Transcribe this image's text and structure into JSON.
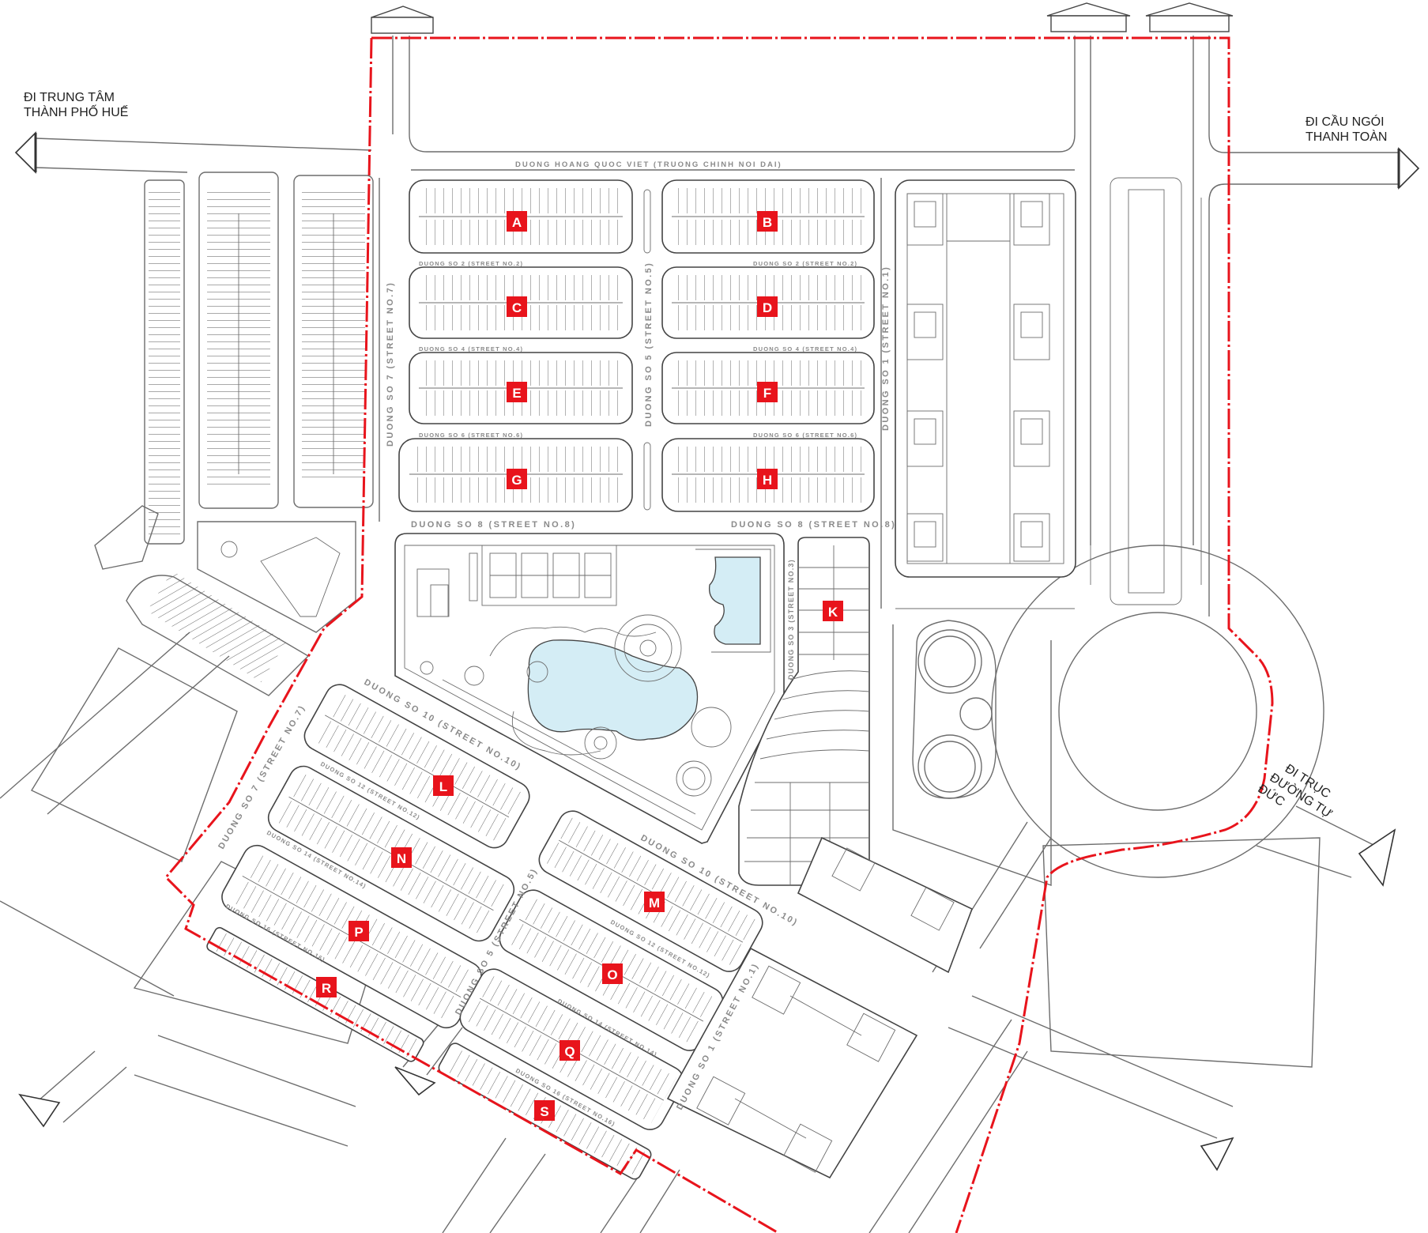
{
  "directions": {
    "hue_center": [
      "ĐI TRUNG TÂM",
      "THÀNH PHỐ HUẾ"
    ],
    "cau_ngoi": [
      "ĐI CẦU NGÓI",
      "THANH TOÀN"
    ],
    "truc_duong": [
      "ĐI TRỤC",
      "ĐƯỜNG TỰ",
      "ĐỨC"
    ]
  },
  "streets": {
    "hoang_quoc_viet": "DUONG HOANG QUOC VIET (TRUONG CHINH NOI DAI)",
    "s2_a": "DUONG SO 2 (STREET NO.2)",
    "s2_b": "DUONG SO 2 (STREET NO.2)",
    "s4_a": "DUONG SO 4 (STREET NO.4)",
    "s4_b": "DUONG SO 4 (STREET NO.4)",
    "s6_a": "DUONG SO 6 (STREET NO.6)",
    "s6_b": "DUONG SO 6 (STREET NO.6)",
    "s8_a": "DUONG SO 8 (STREET NO.8)",
    "s8_b": "DUONG SO 8 (STREET NO.8)",
    "s7_north": "DUONG SO 7 (STREET NO.7)",
    "s5_north": "DUONG SO 5 (STREET NO.5)",
    "s1_north": "DUONG SO 1 (STREET NO.1)",
    "s3": "DUONG SO 3 (STREET NO.3)",
    "s10_a": "DUONG SO 10 (STREET NO.10)",
    "s10_b": "DUONG SO 10 (STREET NO.10)",
    "s7_south": "DUONG SO 7 (STREET NO.7)",
    "s5_south": "DUONG SO 5 (STREET NO.5)",
    "s1_south": "DUONG SO 1 (STREET NO.1)",
    "s12_a": "DUONG SO 12 (STREET NO.12)",
    "s12_b": "DUONG SO 12 (STREET NO.12)",
    "s14_a": "DUONG SO 14 (STREET NO.14)",
    "s14_b": "DUONG SO 14 (STREET NO.14)",
    "s16_a": "DUONG SO 16 (STREET NO.16)",
    "s16_b": "DUONG SO 16 (STREET NO.16)"
  },
  "blocks": {
    "A": "A",
    "B": "B",
    "C": "C",
    "D": "D",
    "E": "E",
    "F": "F",
    "G": "G",
    "H": "H",
    "K": "K",
    "L": "L",
    "M": "M",
    "N": "N",
    "O": "O",
    "P": "P",
    "Q": "Q",
    "R": "R",
    "S": "S"
  },
  "colors": {
    "boundary": "#e8141c",
    "label_bg": "#e8141c",
    "road_line": "#6d6d6d",
    "water": "#d4edf5"
  }
}
